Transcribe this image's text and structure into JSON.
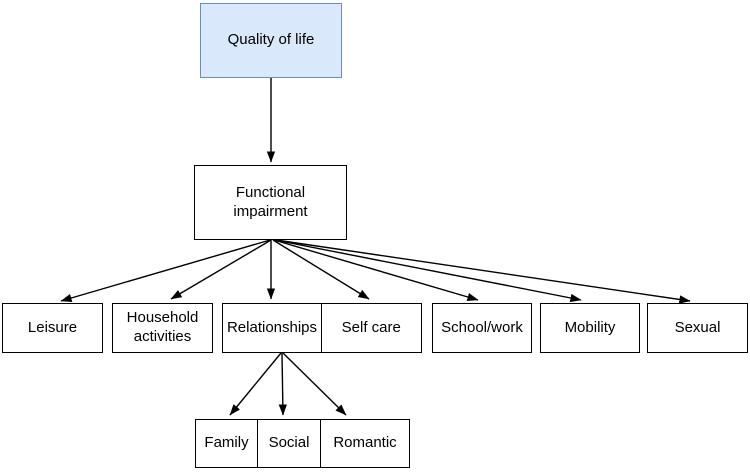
{
  "colors": {
    "highlight_fill": "#dae8fc",
    "highlight_border": "#6c8ebf",
    "node_fill": "#ffffff",
    "node_border": "#000000",
    "arrow": "#000000",
    "text": "#000000",
    "background": "#ffffff"
  },
  "nodes": {
    "quality_of_life": {
      "label": "Quality of life"
    },
    "functional_impairment": {
      "label": "Functional impairment"
    },
    "leisure": {
      "label": "Leisure"
    },
    "household_activities": {
      "label": "Household activities"
    },
    "relationships": {
      "label": "Relationships"
    },
    "self_care": {
      "label": "Self care"
    },
    "school_work": {
      "label": "School/work"
    },
    "mobility": {
      "label": "Mobility"
    },
    "sexual": {
      "label": "Sexual"
    },
    "family": {
      "label": "Family"
    },
    "social": {
      "label": "Social"
    },
    "romantic": {
      "label": "Romantic"
    }
  },
  "edges": [
    {
      "from": "quality_of_life",
      "to": "functional_impairment"
    },
    {
      "from": "functional_impairment",
      "to": "leisure"
    },
    {
      "from": "functional_impairment",
      "to": "household_activities"
    },
    {
      "from": "functional_impairment",
      "to": "relationships"
    },
    {
      "from": "functional_impairment",
      "to": "self_care"
    },
    {
      "from": "functional_impairment",
      "to": "school_work"
    },
    {
      "from": "functional_impairment",
      "to": "mobility"
    },
    {
      "from": "functional_impairment",
      "to": "sexual"
    },
    {
      "from": "relationships",
      "to": "family"
    },
    {
      "from": "relationships",
      "to": "social"
    },
    {
      "from": "relationships",
      "to": "romantic"
    }
  ]
}
